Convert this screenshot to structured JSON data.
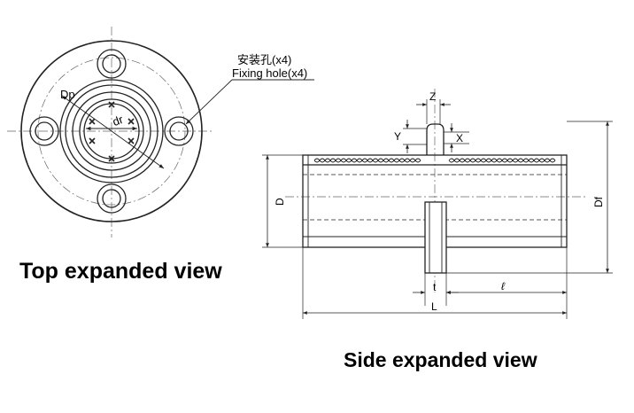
{
  "top_view": {
    "callout_cn": "安装孔(x4)",
    "callout_en": "Fixing hole(x4)",
    "dim_dp": "Dp",
    "dim_dr": "dr",
    "caption": "Top expanded view"
  },
  "side_view": {
    "dim_z": "Z",
    "dim_y": "Y",
    "dim_x": "X",
    "dim_d": "D",
    "dim_df": "Df",
    "dim_t": "t",
    "dim_l_small": "ℓ",
    "dim_L": "L",
    "caption": "Side expanded view"
  },
  "watermark": "",
  "colors": {
    "line": "#222222",
    "dim": "#333333",
    "background": "#ffffff"
  }
}
